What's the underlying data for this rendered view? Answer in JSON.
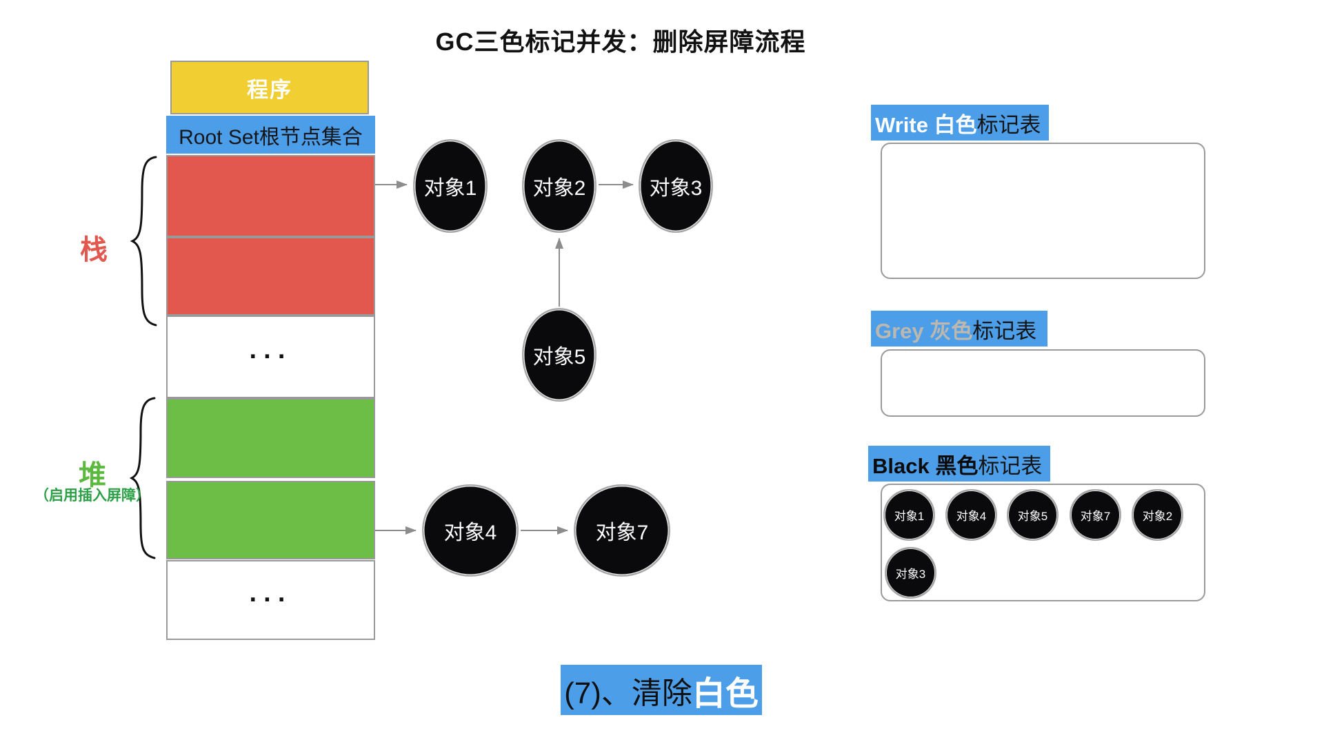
{
  "title": "GC三色标记并发：删除屏障流程",
  "memory_column": {
    "program": "程序",
    "root_set": "Root Set根节点集合",
    "stack_label": "栈",
    "heap_label": "堆",
    "heap_note": "（启用插入屏障）",
    "ellipsis": "···"
  },
  "graph_nodes": {
    "obj1": "对象1",
    "obj2": "对象2",
    "obj3": "对象3",
    "obj4": "对象4",
    "obj5": "对象5",
    "obj7": "对象7"
  },
  "mark_tables": {
    "white": {
      "prefix": "Write 白色",
      "suffix": "标记表",
      "items": []
    },
    "grey": {
      "prefix": "Grey 灰色",
      "suffix": "标记表",
      "items": []
    },
    "black": {
      "prefix": "Black 黑色",
      "suffix": "标记表",
      "items": [
        "对象1",
        "对象4",
        "对象5",
        "对象7",
        "对象2",
        "对象3"
      ]
    }
  },
  "footer": {
    "step": "(7)、清除",
    "highlight": "白色"
  },
  "colors": {
    "blue": "#4C9EE9",
    "red": "#E2574E",
    "green": "#6CBE47",
    "yellow": "#F1CE32",
    "node": "#0A0A0C",
    "border": "#999999",
    "arrow": "#8C8C8C",
    "grey-text": "#BDB8AF",
    "heap-note": "#2BA046"
  }
}
